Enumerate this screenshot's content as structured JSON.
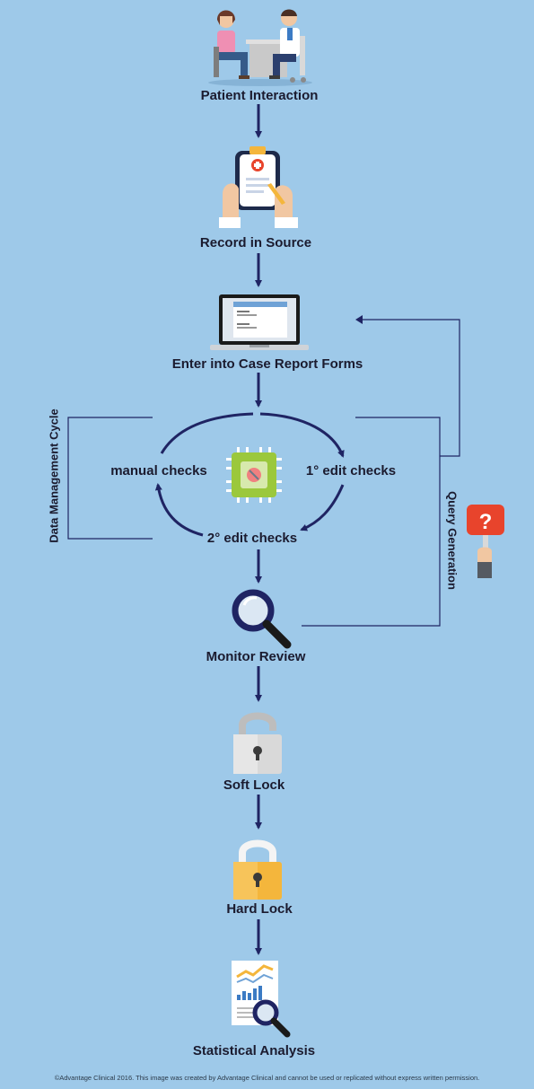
{
  "steps": {
    "patient": "Patient Interaction",
    "source": "Record in Source",
    "crf": "Enter into Case Report Forms",
    "manual": "manual checks",
    "edit1": "1° edit checks",
    "edit2": "2° edit checks",
    "monitor": "Monitor Review",
    "soft": "Soft Lock",
    "hard": "Hard Lock",
    "stats": "Statistical Analysis"
  },
  "side_labels": {
    "cycle": "Data Management Cycle",
    "query": "Query Generation"
  },
  "query_icon_text": "?",
  "footer": "©Advantage Clinical 2016. This image was created by Advantage Clinical and cannot be used or replicated without express written permission.",
  "colors": {
    "background": "#9ec9e9",
    "arrow": "#1f2463",
    "text": "#1b1b2f",
    "chip": "#9bc83c",
    "lock_soft": "#d9d9d9",
    "lock_hard": "#f4b63c",
    "query_red": "#e8442c"
  }
}
